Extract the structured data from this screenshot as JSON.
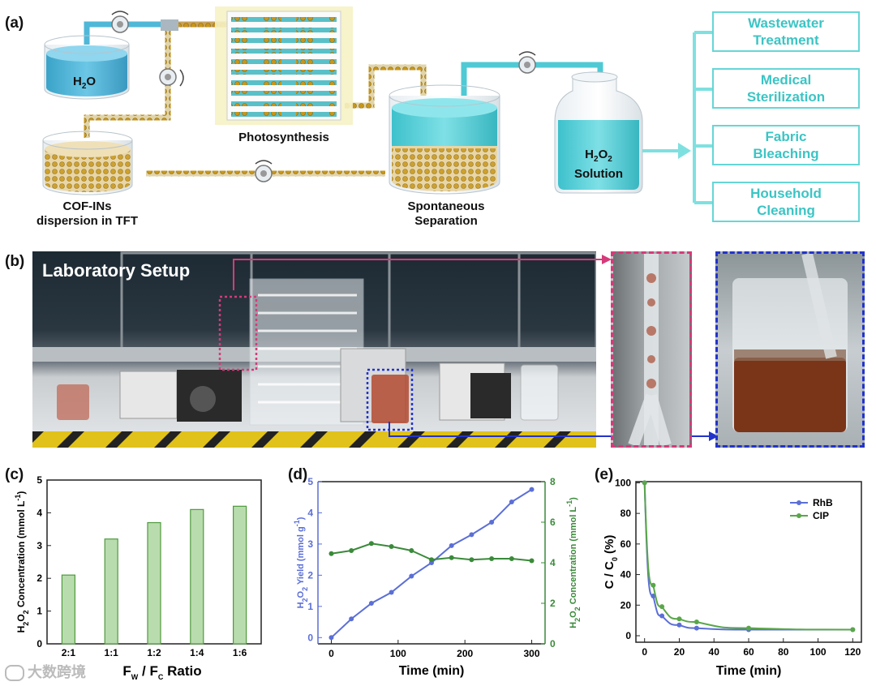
{
  "panels": {
    "a": "(a)",
    "b": "(b)",
    "c": "(c)",
    "d": "(d)",
    "e": "(e)"
  },
  "schematic": {
    "h2o_label": "H2O",
    "photosynthesis_label": "Photosynthesis",
    "cof_label_line1": "COF-INs",
    "cof_label_line2": "dispersion in TFT",
    "separation_line1": "Spontaneous",
    "separation_line2": "Separation",
    "h2o2_line1": "H2O2",
    "h2o2_line2": "Solution",
    "applications": [
      {
        "line1": "Wastewater",
        "line2": "Treatment"
      },
      {
        "line1": "Medical",
        "line2": "Sterilization"
      },
      {
        "line1": "Fabric",
        "line2": "Bleaching"
      },
      {
        "line1": "Household",
        "line2": "Cleaning"
      }
    ],
    "colors": {
      "water": "#4fb8d8",
      "cof": "#e8d6a8",
      "bead": "#b8860b",
      "accent": "#66d6d6"
    }
  },
  "photo": {
    "label": "Laboratory Setup",
    "colors": {
      "pink": "#d63a7a",
      "blue": "#2233cc"
    }
  },
  "watermark": "大数跨境",
  "chart_data": [
    {
      "type": "bar",
      "categories": [
        "2:1",
        "1:1",
        "1:2",
        "1:4",
        "1:6"
      ],
      "values": [
        2.1,
        3.2,
        3.7,
        4.1,
        4.2
      ],
      "ylabel": "H2O2 Concentration (mmol L-1)",
      "xlabel": "FW / FC Ratio",
      "ylim": [
        0,
        5
      ],
      "yticks": [
        "0",
        "1",
        "2",
        "3",
        "4",
        "5"
      ]
    },
    {
      "type": "line",
      "x": [
        0,
        30,
        60,
        90,
        120,
        150,
        180,
        210,
        240,
        270,
        300
      ],
      "xlabel": "Time (min)",
      "xticks": [
        "0",
        "100",
        "200",
        "300"
      ],
      "series": [
        {
          "name": "H2O2 Yield (mmol g-1)",
          "axis": "left",
          "color": "#5b6fd6",
          "values": [
            0.0,
            0.6,
            1.1,
            1.45,
            1.97,
            2.4,
            2.95,
            3.3,
            3.7,
            4.35,
            4.75
          ]
        },
        {
          "name": "H2O2 Concentration (mmol L-1)",
          "axis": "right",
          "color": "#3a8a3a",
          "values": [
            4.45,
            4.6,
            4.95,
            4.8,
            4.6,
            4.15,
            4.25,
            4.15,
            4.2,
            4.2,
            4.1
          ]
        }
      ],
      "ylim_left": [
        -0.2,
        5.0
      ],
      "yticks_left": [
        "0",
        "1",
        "2",
        "3",
        "4",
        "5"
      ],
      "ylim_right": [
        0,
        8
      ],
      "yticks_right": [
        "0",
        "2",
        "4",
        "6",
        "8"
      ]
    },
    {
      "type": "line",
      "x": [
        0,
        5,
        10,
        20,
        30,
        60,
        120
      ],
      "xlabel": "Time (min)",
      "ylabel": "C / C0 (%)",
      "xticks": [
        "0",
        "20",
        "40",
        "60",
        "80",
        "100",
        "120"
      ],
      "yticks": [
        "0",
        "20",
        "40",
        "60",
        "80",
        "100"
      ],
      "ylim": [
        0,
        105
      ],
      "xlim": [
        -5,
        125
      ],
      "legend": "top-right",
      "series": [
        {
          "name": "RhB",
          "color": "#5b6fd6",
          "values": [
            100,
            26,
            13,
            7,
            5,
            4,
            4
          ]
        },
        {
          "name": "CIP",
          "color": "#5aa64a",
          "values": [
            100,
            33,
            19,
            11,
            9,
            5,
            4
          ]
        }
      ]
    }
  ]
}
